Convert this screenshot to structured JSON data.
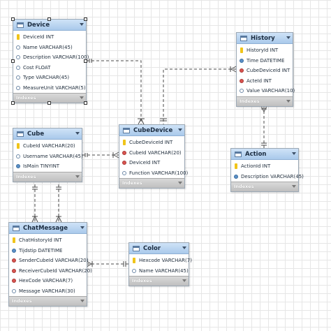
{
  "entities": {
    "device": {
      "title": "Device",
      "attributes": [
        {
          "text": "DeviceId INT",
          "kind": "pk"
        },
        {
          "text": "Name VARCHAR(45)",
          "kind": "col"
        },
        {
          "text": "Description VARCHAR(100)",
          "kind": "col"
        },
        {
          "text": "Cost FLOAT",
          "kind": "col"
        },
        {
          "text": "Type VARCHAR(45)",
          "kind": "col"
        },
        {
          "text": "MeasureUnit VARCHAR(5)",
          "kind": "col"
        }
      ],
      "indexes_label": "Indexes"
    },
    "history": {
      "title": "History",
      "attributes": [
        {
          "text": "HistoryId INT",
          "kind": "pk"
        },
        {
          "text": "Time DATETIME",
          "kind": "nn"
        },
        {
          "text": "CubeDeviceId INT",
          "kind": "fk"
        },
        {
          "text": "ActeId INT",
          "kind": "fk"
        },
        {
          "text": "Value VARCHAR(10)",
          "kind": "col"
        }
      ],
      "indexes_label": "Indexes"
    },
    "cube": {
      "title": "Cube",
      "attributes": [
        {
          "text": "CubeId VARCHAR(20)",
          "kind": "pk"
        },
        {
          "text": "Username VARCHAR(45)",
          "kind": "col"
        },
        {
          "text": "IsMain TINYINT",
          "kind": "nn"
        }
      ],
      "indexes_label": "Indexes"
    },
    "cubedevice": {
      "title": "CubeDevice",
      "attributes": [
        {
          "text": "CubeDeviceId INT",
          "kind": "pk"
        },
        {
          "text": "CubeId VARCHAR(20)",
          "kind": "fk"
        },
        {
          "text": "DeviceId INT",
          "kind": "fk"
        },
        {
          "text": "Function VARCHAR(100)",
          "kind": "col"
        }
      ],
      "indexes_label": "Indexes"
    },
    "action": {
      "title": "Action",
      "attributes": [
        {
          "text": "ActionId INT",
          "kind": "pk"
        },
        {
          "text": "Description VARCHAR(45)",
          "kind": "nn"
        }
      ],
      "indexes_label": "Indexes"
    },
    "chatmessage": {
      "title": "ChatMessage",
      "attributes": [
        {
          "text": "ChatHistoryId INT",
          "kind": "pk"
        },
        {
          "text": "Tijdstip DATETIME",
          "kind": "nn"
        },
        {
          "text": "SenderCubeId VARCHAR(20)",
          "kind": "fk"
        },
        {
          "text": "ReceiverCubeId VARCHAR(20)",
          "kind": "fk"
        },
        {
          "text": "HexCode VARCHAR(7)",
          "kind": "fk"
        },
        {
          "text": "Message VARCHAR(30)",
          "kind": "col"
        }
      ],
      "indexes_label": "Indexes"
    },
    "color": {
      "title": "Color",
      "attributes": [
        {
          "text": "Hexcode VARCHAR(7)",
          "kind": "pk"
        },
        {
          "text": "Name VARCHAR(45)",
          "kind": "col"
        }
      ],
      "indexes_label": "Indexes"
    }
  },
  "selected_entity": "device",
  "colors": {
    "connector": "#4a4a4a",
    "header_top": "#cfe3f7",
    "header_bottom": "#a9c9eb",
    "pk_key": "#f0c419",
    "fk_diamond": "#d9534f",
    "nn_diamond": "#5b8fc7"
  }
}
